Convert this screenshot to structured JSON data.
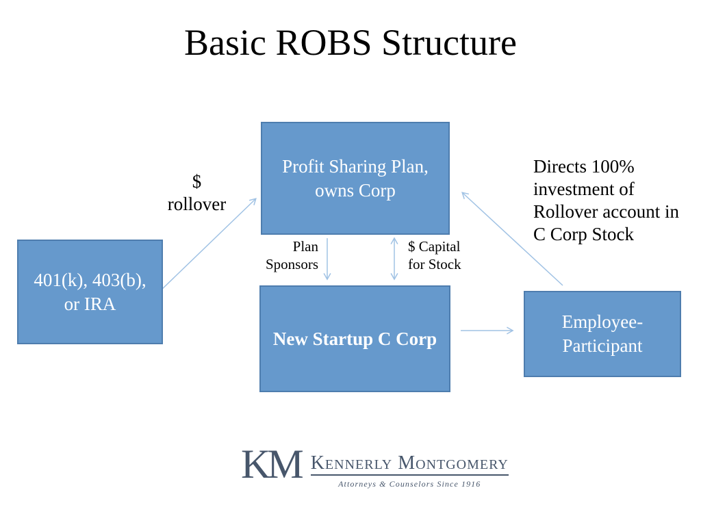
{
  "title": "Basic ROBS Structure",
  "boxes": {
    "retirement": {
      "label": "401(k), 403(b),\nor IRA"
    },
    "profit_sharing_plan": {
      "label": "Profit Sharing Plan,\nowns Corp"
    },
    "startup_c_corp": {
      "label": "New Startup C Corp"
    },
    "employee_participant": {
      "label": "Employee-\nParticipant"
    }
  },
  "arrow_labels": {
    "rollover": "$\nrollover",
    "plan_sponsors": "Plan\nSponsors",
    "capital_for_stock": "$ Capital\nfor Stock",
    "directs_investment": "Directs 100%\ninvestment of\nRollover account in\nC Corp Stock"
  },
  "arrows": [
    {
      "name": "rollover-arrow",
      "from": "401(k), 403(b), or IRA",
      "to": "Profit Sharing Plan, owns Corp",
      "heads": "end"
    },
    {
      "name": "plan-sponsors-arrow",
      "from": "Profit Sharing Plan, owns Corp",
      "to": "New Startup C Corp",
      "heads": "end"
    },
    {
      "name": "capital-for-stock-arrow",
      "from": "New Startup C Corp",
      "to": "Profit Sharing Plan, owns Corp",
      "heads": "both"
    },
    {
      "name": "corp-to-employee-arrow",
      "from": "New Startup C Corp",
      "to": "Employee-Participant",
      "heads": "end"
    },
    {
      "name": "employee-to-plan-arrow",
      "from": "Employee-Participant",
      "to": "Profit Sharing Plan, owns Corp",
      "heads": "end"
    }
  ],
  "logo": {
    "monogram": "KM",
    "firm_name": "Kennerly Montgomery",
    "tagline": "Attorneys & Counselors Since 1916"
  },
  "colors": {
    "box_fill": "#6699CC",
    "box_border": "#4E7DAE",
    "arrow": "#A0C2E4",
    "text": "#000000",
    "logo": "#47566B"
  }
}
